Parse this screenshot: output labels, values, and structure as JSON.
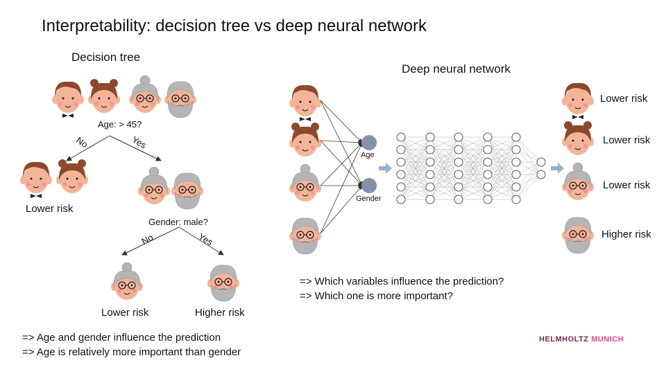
{
  "title": "Interpretability: decision tree vs deep neural network",
  "decision_tree": {
    "heading": "Decision tree",
    "root_question": "Age: > 45?",
    "root_no": "No",
    "root_yes": "Yes",
    "left_leaf": "Lower risk",
    "second_question": "Gender: male?",
    "second_no": "No",
    "second_yes": "Yes",
    "leaf_female": "Lower risk",
    "leaf_male": "Higher risk",
    "conclusions": [
      "=> Age and gender influence the prediction",
      "=> Age is relatively more important than gender"
    ]
  },
  "neural_network": {
    "heading": "Deep neural network",
    "input_nodes": [
      "Age",
      "Gender"
    ],
    "outputs": [
      "Lower risk",
      "Lower risk",
      "Lower risk",
      "Higher risk"
    ],
    "questions": [
      "=> Which variables influence the prediction?",
      "=> Which one is more important?"
    ]
  },
  "logo": {
    "part1": "HELMHOLTZ ",
    "part2": "MUNICH"
  },
  "colors": {
    "skin": "#f4b49a",
    "young_hair": "#8b4a2e",
    "grey_hair": "#b5b5b5",
    "node_input": "#8391ad",
    "arrow": "#9ab0c8",
    "logo_dark": "#6f2b56",
    "logo_pink": "#e0457b"
  }
}
